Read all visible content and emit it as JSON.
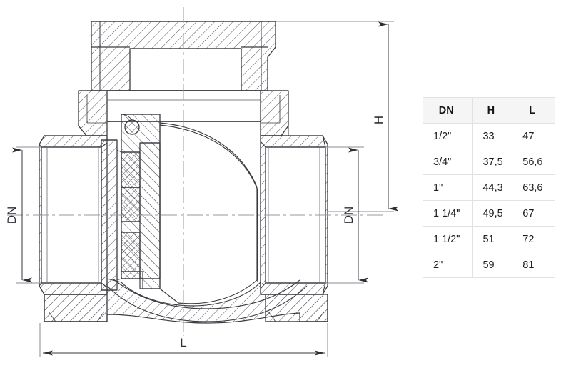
{
  "drawing": {
    "title": "swing-check-valve-cross-section",
    "dimensions": {
      "height_label": "H",
      "length_label": "L",
      "bore_left_label": "DN",
      "bore_right_label": "DN"
    },
    "colors": {
      "background": "#ffffff",
      "outline": "#3a3a40",
      "hatch": "#55555c",
      "centerline": "#9a9aa2",
      "dimension": "#3a3a40",
      "table_border": "#e2e2e2",
      "table_header_bg": "#f5f5f5",
      "text": "#1c1c22"
    }
  },
  "table": {
    "headers": [
      "DN",
      "H",
      "L"
    ],
    "rows": [
      {
        "dn": "1/2\"",
        "h": "33",
        "l": "47"
      },
      {
        "dn": "3/4\"",
        "h": "37,5",
        "l": "56,6"
      },
      {
        "dn": "1\"",
        "h": "44,3",
        "l": "63,6"
      },
      {
        "dn": "1 1/4\"",
        "h": "49,5",
        "l": "67"
      },
      {
        "dn": "1 1/2\"",
        "h": "51",
        "l": "72"
      },
      {
        "dn": "2\"",
        "h": "59",
        "l": "81"
      }
    ]
  }
}
